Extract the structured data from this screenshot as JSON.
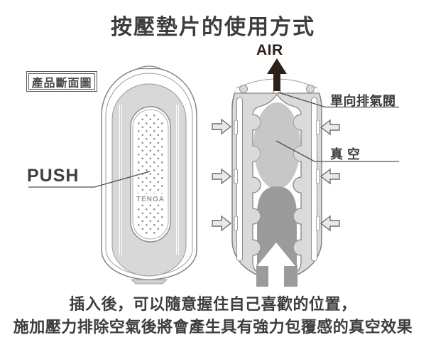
{
  "title": "按壓墊片的使用方式",
  "diagram": {
    "air_label": "AIR",
    "section_box_label": "產品斷面圖",
    "push_label": "PUSH",
    "valve_label": "單向排氣閥",
    "vacuum_label": "真空",
    "brand_logo": "TENGA"
  },
  "footer": {
    "line1": "插入後，可以隨意握住自己喜歡的位置，",
    "line2": "施加壓力排除空氣後將會產生具有強力包覆感的真空效果"
  },
  "icons": {
    "air_arrow": "black-arrow-up",
    "side_arrows": "six-hollow-arrows-pressing-inward",
    "insert_arrow": "white-arrow-up-inside-cross-section"
  },
  "colors": {
    "text": "#3d3d3d",
    "outline": "#828282",
    "capsule_light_gray": "#dadada",
    "vacuum_gray": "#c7c7c7",
    "insert_dark_gray": "#9b9b9b",
    "hollow_arrow_fill": "#e9e9e9",
    "air_arrow_black": "#2b211a"
  }
}
